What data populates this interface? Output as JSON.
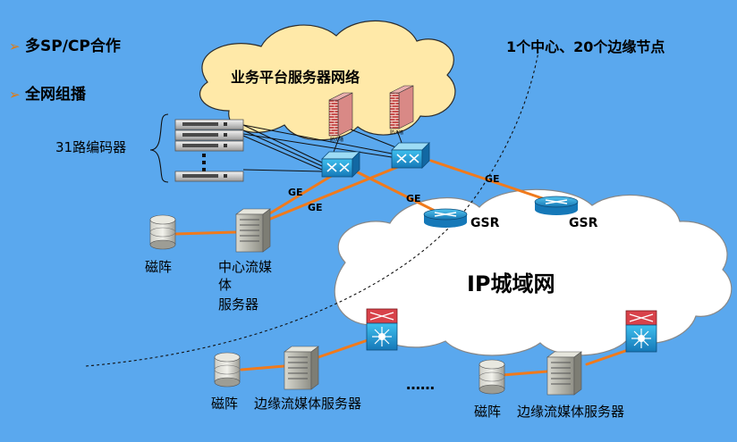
{
  "bullets": {
    "item1": "多SP/CP合作",
    "item2": "全网组播",
    "marker": "➢"
  },
  "topology_note": "1个中心、20个边缘节点",
  "cloud_top_label": "业务平台服务器网络",
  "cloud_ip_label": "IP城域网",
  "encoder_label": "31路编码器",
  "gse_labels": {
    "l1": "GE",
    "l2": "GE",
    "l3": "GE",
    "l4": "GE"
  },
  "router_labels": {
    "gsr1": "GSR",
    "gsr2": "GSR"
  },
  "center": {
    "storage": "磁阵",
    "server_line1": "中心流媒",
    "server_line2": "体",
    "server_line3": "服务器"
  },
  "edge1": {
    "storage": "磁阵",
    "server": "边缘流媒体服务器"
  },
  "edge2": {
    "storage": "磁阵",
    "server": "边缘流媒体服务器"
  },
  "ellipsis": "……",
  "firewall_caption": "防火墙",
  "colors": {
    "background": "#5aa8ee",
    "cloud_top": "#ffe9a8",
    "cloud_ip": "#ffffff",
    "link_orange": "#f07a1c",
    "link_black": "#101010",
    "switch_blue": "#1e9fd6",
    "arrow_orange": "#e07a10"
  },
  "icons": {
    "bullet": "arrow-bullet-icon",
    "switch": "switch-icon",
    "router": "router-icon",
    "firewall": "firewall-icon",
    "storage": "disk-array-icon",
    "server": "server-tower-icon",
    "encoder": "rack-encoder-icon",
    "l3switch": "layer3-switch-icon"
  }
}
